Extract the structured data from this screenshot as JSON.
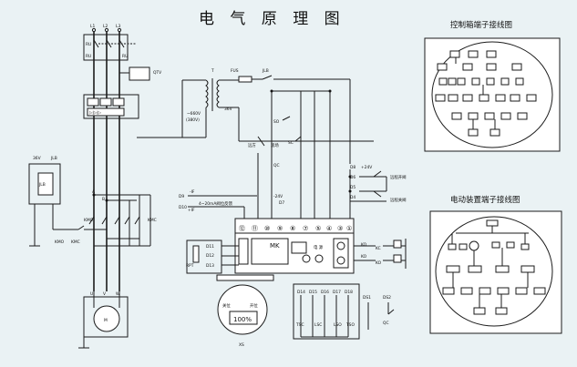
{
  "title": "电 气 原 理 图",
  "panels": {
    "control_box_title": "控制箱端子接线图",
    "actuator_title": "电动装置端子接线图"
  },
  "power": {
    "phases": [
      "L1",
      "L2",
      "L3"
    ],
    "qtv": "QTV",
    "t": "T",
    "fus": "FUS",
    "jlb": "JLB",
    "primary": "~660V",
    "primary2": "(380V)",
    "secondary": "36V",
    "ru": "RU",
    "u": "U",
    "v": "V",
    "w": "W",
    "m": "M",
    "a": "A",
    "b": "B",
    "kmo": "KMO",
    "kmc": "KMC"
  },
  "aux": {
    "v36": "36V",
    "jlb": "JLB",
    "jlb_box": "JLB",
    "kmo": "KMO",
    "kmc": "KMC"
  },
  "controls": {
    "remote": "远方",
    "local": "现场",
    "qc": "QC",
    "so": "SO",
    "sc": "SC",
    "d8": "D8",
    "plus24": "+24V",
    "d6": "D6",
    "d5": "D5",
    "d4": "D4",
    "remote_open": "远程开阀",
    "remote_close": "远程关阀",
    "d9": "D9",
    "d10": "D10",
    "minus_if": "-IF",
    "plus_if": "+IF",
    "feedback": "4~20mA阀位反馈",
    "minus24": "-24V",
    "d7": "D7"
  },
  "controller": {
    "terminals": [
      "⑫",
      "⑪",
      "⑩",
      "⑨",
      "⑧",
      "⑦",
      "⑤",
      "④",
      "③",
      "①"
    ],
    "mk": "MK",
    "power": "电 源",
    "ko1": "KO",
    "kc": "KC",
    "ko2": "KO",
    "ko3": "KO"
  },
  "rpt": {
    "label": "RPT",
    "d11": "D11",
    "d12": "D12",
    "d13": "D13"
  },
  "display": {
    "readout": "100%",
    "close_label": "关位",
    "open_label": "开位",
    "xs": "XS"
  },
  "limits": {
    "labels": [
      "D14",
      "D15",
      "D16",
      "D17",
      "D18"
    ],
    "tsc": "TSC",
    "lsc": "LSC",
    "lso": "LSO",
    "tso": "TSO",
    "ds1": "DS1",
    "ds2": "DS2",
    "qc": "QC"
  }
}
